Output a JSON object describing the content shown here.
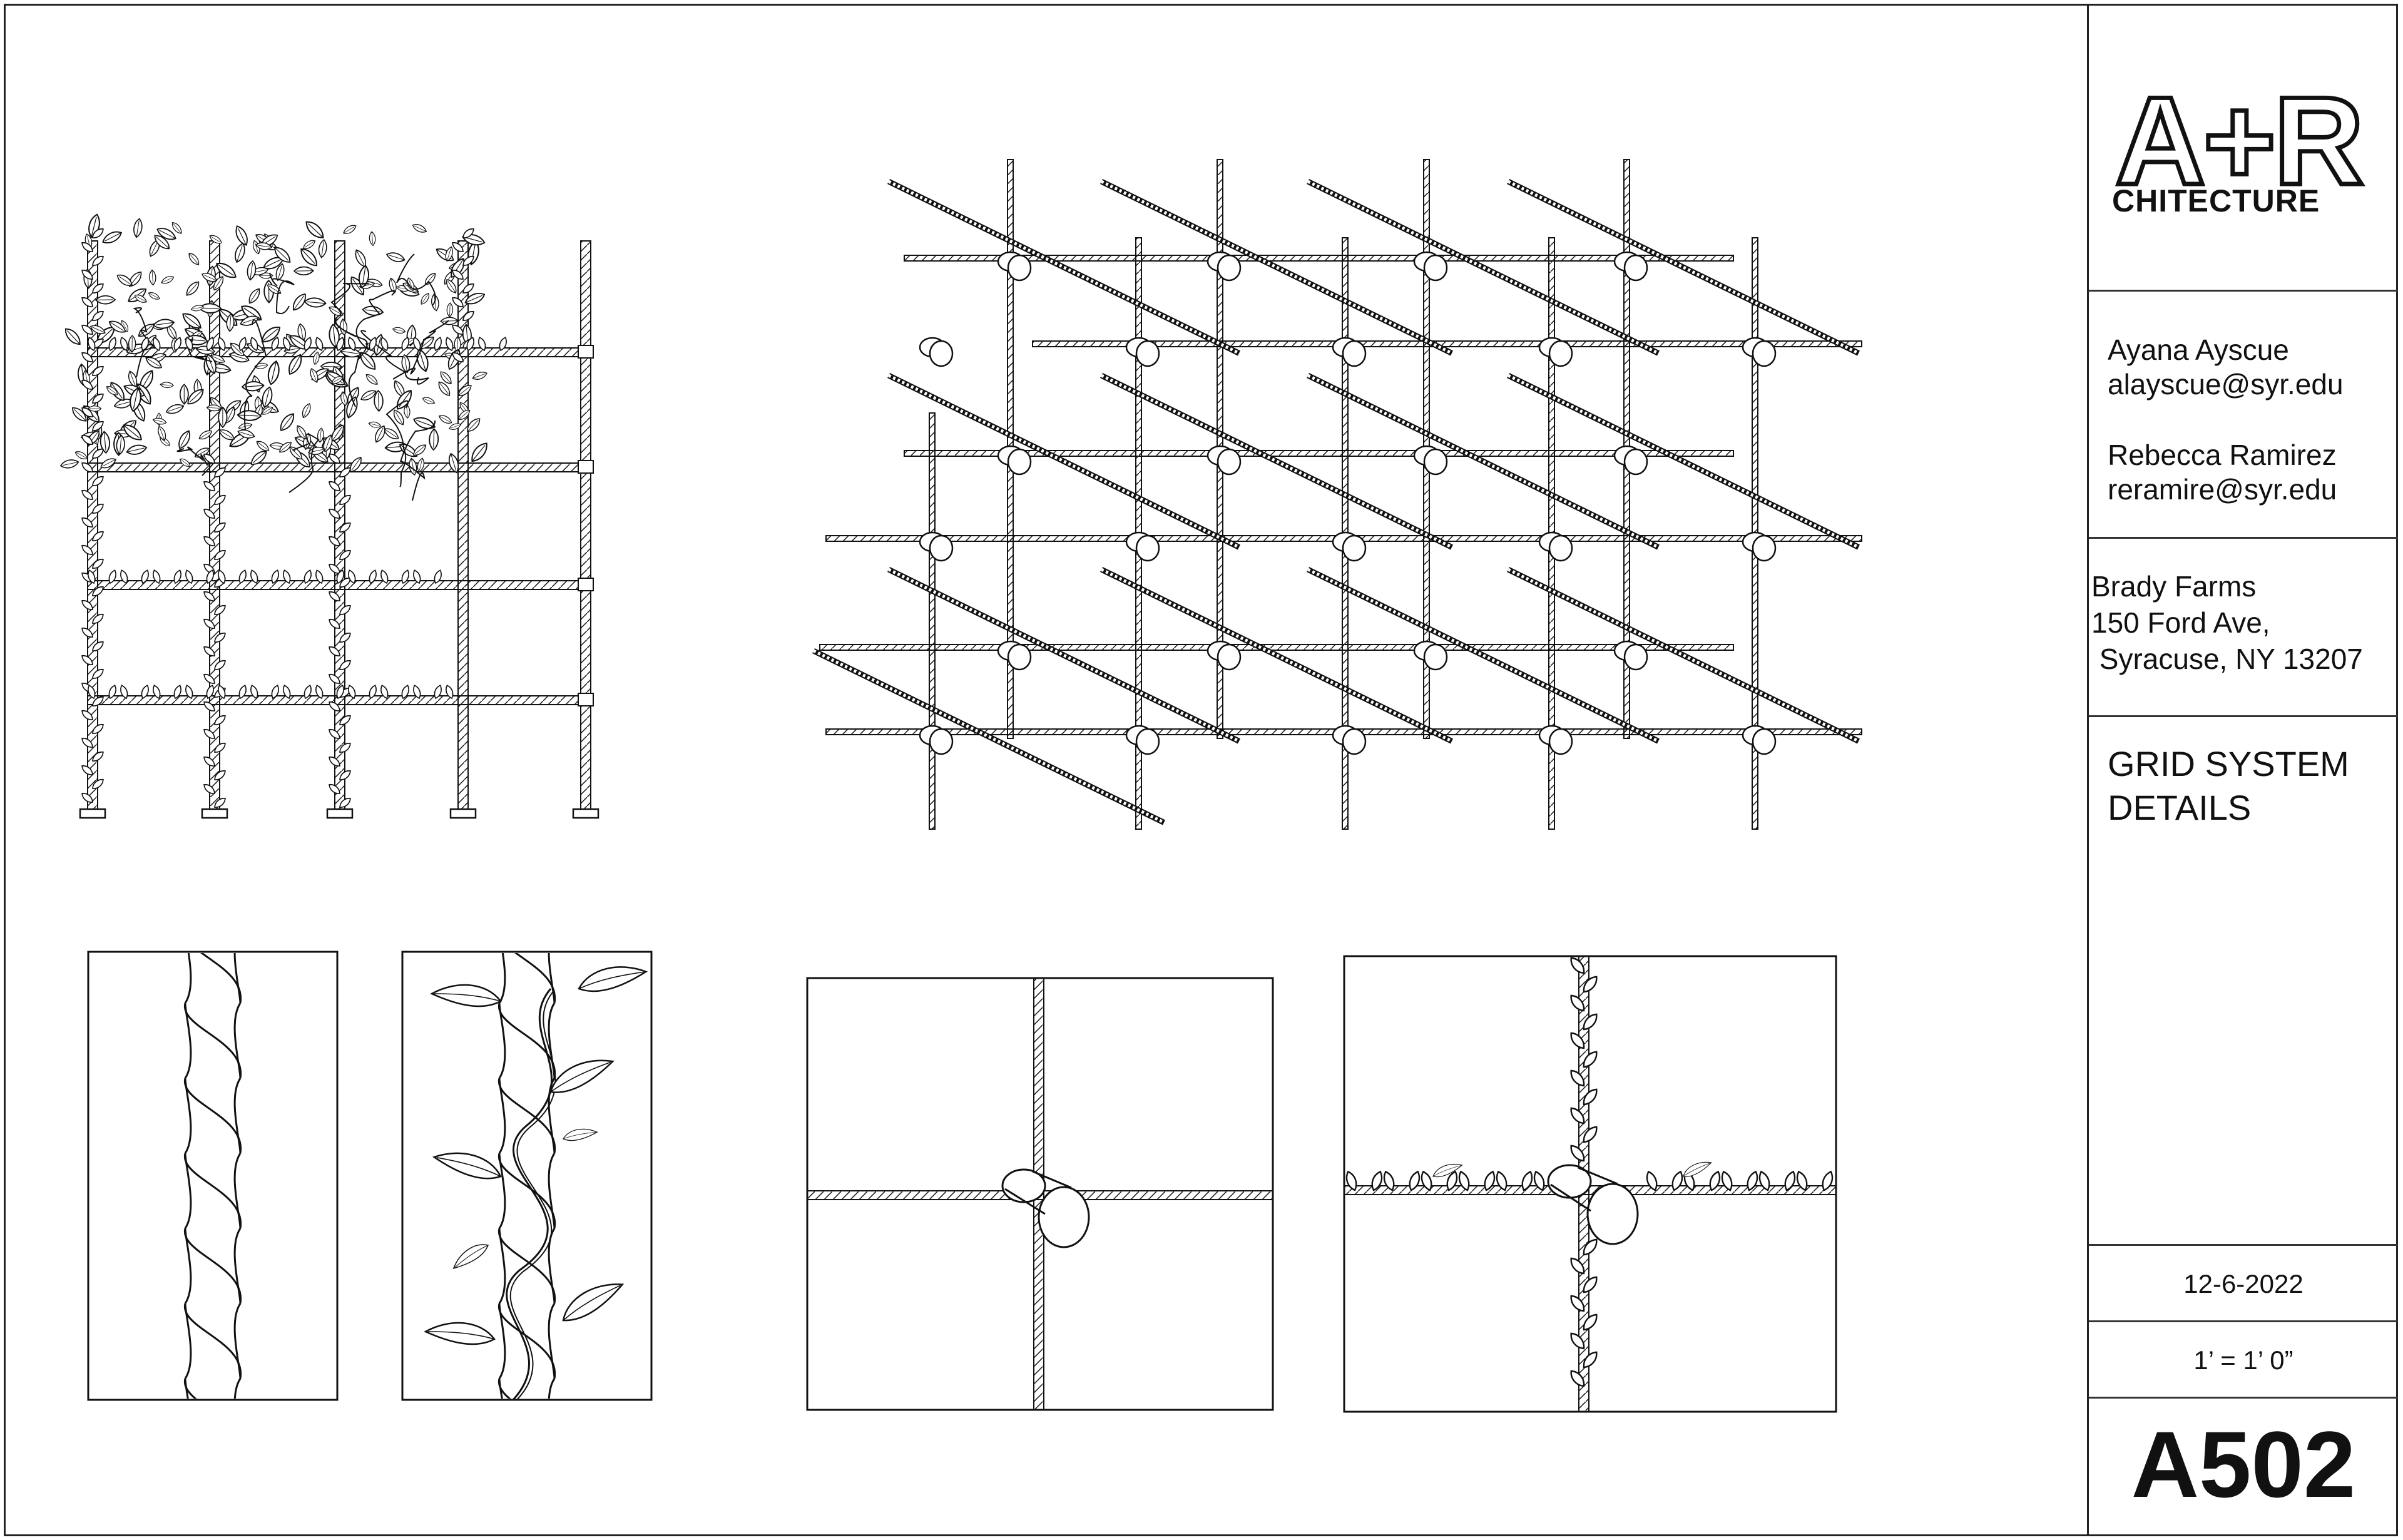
{
  "logo": {
    "main": "A+R",
    "sub": "CHITECTURE"
  },
  "team": [
    {
      "name": "Ayana Ayscue",
      "email": "alayscue@syr.edu"
    },
    {
      "name": "Rebecca Ramirez",
      "email": "reramire@syr.edu"
    }
  ],
  "site": {
    "name": "Brady Farms",
    "address_line1": "150 Ford Ave,",
    "address_line2": " Syracuse, NY 13207"
  },
  "sheet_title": {
    "line1": "GRID SYSTEM",
    "line2": "DETAILS"
  },
  "date": "12-6-2022",
  "scale": "1’ = 1’ 0”",
  "sheet_number": "A502",
  "colors": {
    "line": "#1a1a1a",
    "paper": "#ffffff"
  }
}
